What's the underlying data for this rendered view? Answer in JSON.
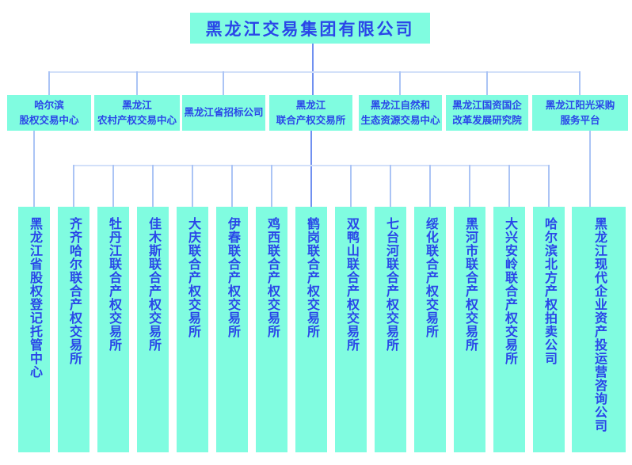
{
  "org": {
    "root": {
      "label": "黑龙江交易集团有限公司"
    },
    "level2": [
      {
        "label": "哈尔滨\n股权交易中心"
      },
      {
        "label": "黑龙江\n农村产权交易中心"
      },
      {
        "label": "黑龙江省招标公司"
      },
      {
        "label": "黑龙江\n联合产权交易所"
      },
      {
        "label": "黑龙江自然和\n生态资源交易中心"
      },
      {
        "label": "黑龙江国资国企\n改革发展研究院"
      },
      {
        "label": "黑龙江阳光采购\n服务平台"
      }
    ],
    "level3": [
      {
        "label": "黑龙江省股权登记托管中心"
      },
      {
        "label": "齐齐哈尔联合产权交易所"
      },
      {
        "label": "牡丹江联合产权交易所"
      },
      {
        "label": "佳木斯联合产权交易所"
      },
      {
        "label": "大庆联合产权交易所"
      },
      {
        "label": "伊春联合产权交易所"
      },
      {
        "label": "鸡西联合产权交易所"
      },
      {
        "label": "鹤岗联合产权交易所"
      },
      {
        "label": "双鸭山联合产权交易所"
      },
      {
        "label": "七台河联合产权交易所"
      },
      {
        "label": "绥化联合产权交易所"
      },
      {
        "label": "黑河市联合产权交易所"
      },
      {
        "label": "大兴安岭联合产权交易所"
      },
      {
        "label": "哈尔滨北方产权拍卖公司"
      },
      {
        "label": "黑龙江现代企业资产投运营咨询公司"
      }
    ],
    "colors": {
      "box_fill": "#80fce0",
      "text_blue": "#2a46e8",
      "line_light": "#d2e0f9",
      "line_medium": "#abc4f5",
      "line_trunk": "#7090f0"
    }
  }
}
